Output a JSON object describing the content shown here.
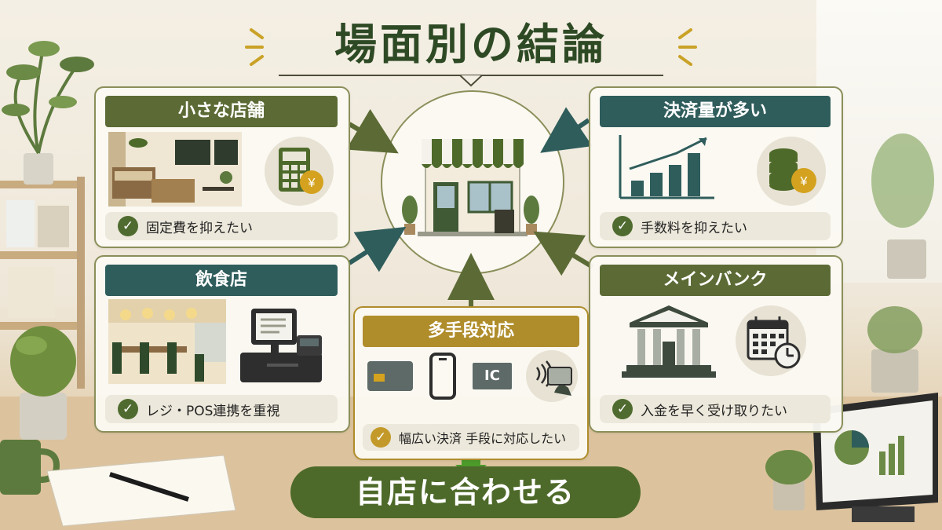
{
  "title": "場面別の結論",
  "center": {
    "icon": "store-icon"
  },
  "panels": {
    "small_store": {
      "label": "小さな店舗",
      "check": "固定費を抑えたい"
    },
    "high_volume": {
      "label": "決済量が多い",
      "check": "手数料を抑えたい"
    },
    "restaurant": {
      "label": "飲食店",
      "check": "レジ・POS連携を重視"
    },
    "main_bank": {
      "label": "メインバンク",
      "check": "入金を早く受け取りたい"
    },
    "multi": {
      "label": "多手段対応",
      "ic_label": "IC",
      "check": "幅広い決済 手段に対応したい"
    }
  },
  "conclusion": "自店に合わせる",
  "icons": {
    "yen": "¥"
  },
  "colors": {
    "green": "#5c6b35",
    "teal": "#2f5d5c",
    "gold": "#b08d2b",
    "dark_green": "#4e6a2a"
  }
}
